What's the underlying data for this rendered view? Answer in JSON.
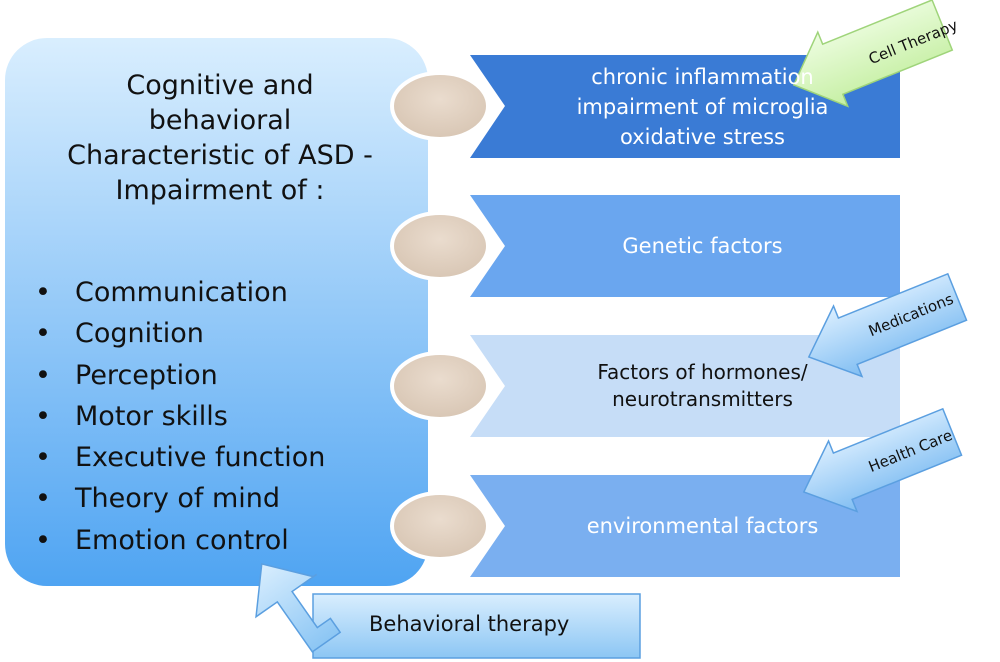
{
  "main_box": {
    "heading_lines": [
      "Cognitive and",
      "behavioral",
      "Characteristic of ASD -",
      "Impairment of :"
    ],
    "bullets": [
      "Communication",
      "Cognition",
      "Perception",
      "Motor skills",
      "Executive function",
      "Theory of mind",
      "Emotion control"
    ]
  },
  "factor_boxes": [
    {
      "lines": [
        "chronic inflammation",
        "impairment of microglia",
        "oxidative stress"
      ],
      "fill": "#3a7bd5",
      "text_color": "#ffffff"
    },
    {
      "lines": [
        "Genetic factors"
      ],
      "fill": "#6aa6ef",
      "text_color": "#ffffff"
    },
    {
      "lines": [
        "Factors of hormones/",
        "neurotransmitters"
      ],
      "fill": "#c6ddf7",
      "text_color": "#111111"
    },
    {
      "lines": [
        "environmental factors"
      ],
      "fill": "#7aaff0",
      "text_color": "#ffffff"
    }
  ],
  "therapy_arrows": {
    "cell_therapy": "Cell Therapy",
    "medications": "Medications",
    "health_care": "Health Care",
    "behavioral_therapy": "Behavioral therapy"
  },
  "colors": {
    "main_box_top": "#d9eefe",
    "main_box_bottom": "#4fa4f2",
    "connector_oval": "#e2d3c5",
    "green_arrow": "#d9f5c0",
    "blue_arrow_light": "#d8ecfd",
    "blue_arrow_dark": "#8cc6f4"
  }
}
